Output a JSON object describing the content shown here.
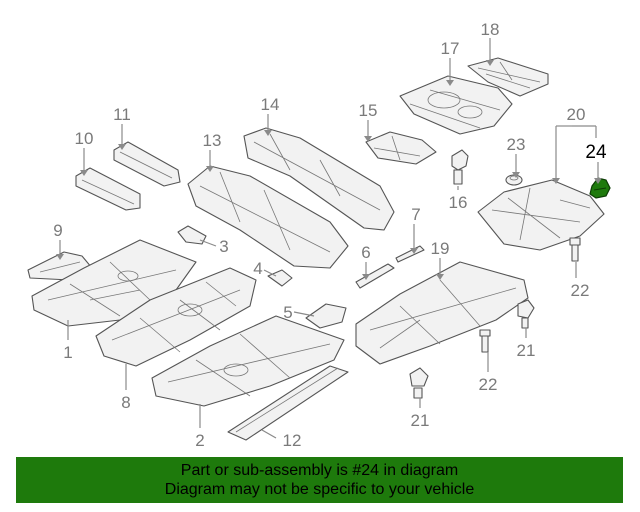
{
  "callouts": {
    "c1": "1",
    "c2": "2",
    "c3": "3",
    "c4": "4",
    "c5": "5",
    "c6": "6",
    "c7": "7",
    "c8": "8",
    "c9": "9",
    "c10": "10",
    "c11": "11",
    "c12": "12",
    "c13": "13",
    "c14": "14",
    "c15": "15",
    "c16": "16",
    "c17": "17",
    "c18": "18",
    "c19": "19",
    "c20": "20",
    "c21a": "21",
    "c21b": "21",
    "c22a": "22",
    "c22b": "22",
    "c23": "23",
    "c24": "24"
  },
  "highlight": {
    "part": "24",
    "color": "#1e7a0c"
  },
  "banner": {
    "line1": "Part or sub-assembly is #24 in diagram",
    "line2": "Diagram may not be specific to your vehicle",
    "background": "#1e7a0c"
  }
}
